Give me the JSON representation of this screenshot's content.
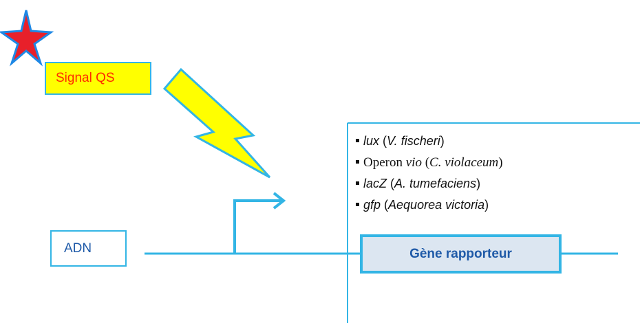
{
  "labels": {
    "signal": "Signal QS",
    "dna": "ADN",
    "reporter_gene": "Gène rapporteur"
  },
  "reporter_genes": [
    {
      "gene": "lux",
      "open": " (",
      "organism": "V. fischeri",
      "close": ")"
    },
    {
      "prefix": "Operon ",
      "gene": "vio",
      "open": " (",
      "organism": "C. violaceum",
      "close": ")"
    },
    {
      "gene": "lacZ",
      "open": " (",
      "organism": "A. tumefaciens",
      "close": ")"
    },
    {
      "gene": "gfp",
      "open": " (",
      "organism": "Aequorea victoria",
      "close": ")"
    }
  ],
  "colors": {
    "line": "#33b5e5",
    "star_fill": "#e8202a",
    "star_outline": "#1e88e5",
    "bolt_fill": "#ffff00",
    "signal_text": "#ff2a00",
    "label_blue": "#1f5aa8",
    "gene_box_fill": "#dce6f1"
  },
  "icons": {
    "star": "star-icon",
    "lightning": "lightning-bolt-icon",
    "promoter_arrow": "promoter-arrow-icon"
  }
}
